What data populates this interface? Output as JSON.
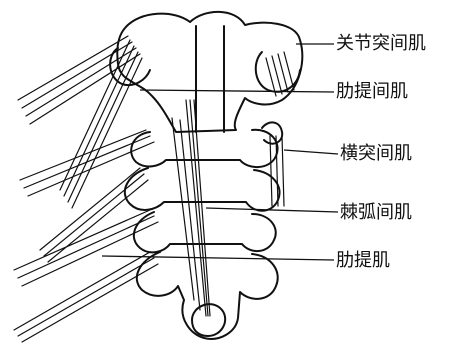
{
  "labels": {
    "l1": "关节突间肌",
    "l2": "肋提间肌",
    "l3": "横突间肌",
    "l4": "棘弧间肌",
    "l5": "肋提肌"
  },
  "colors": {
    "ink": "#111111",
    "background": "#ffffff"
  }
}
